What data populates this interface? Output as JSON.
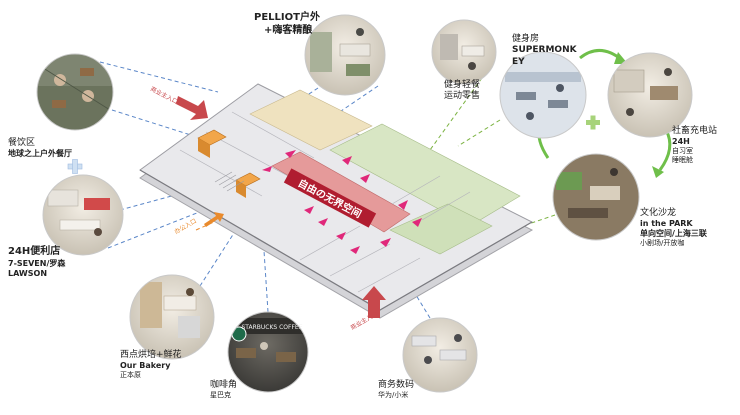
{
  "center_banner": "自由の无界空间",
  "entrances": {
    "top": "商业主入口",
    "left": "办公入口",
    "bottom": "商业主入口"
  },
  "callouts": {
    "pelliot": {
      "line1": "PELLIOT户外",
      "line2": "+嗨客精酿"
    },
    "dining": {
      "cn": "餐饮区",
      "en": "地球之上户外餐厅"
    },
    "convenience": {
      "line1": "24H便利店",
      "line2": "7-SEVEN/罗森",
      "line3": "LAWSON"
    },
    "bakery": {
      "cn": "西点烘培+鲜花",
      "en": "Our Bakery",
      "sub": "正本原"
    },
    "cafe": {
      "cn": "咖啡角",
      "sub": "星巴克",
      "sign": "STARBUCKS COFFEE"
    },
    "digital": {
      "cn": "商务数码",
      "sub": "华为/小米"
    },
    "gym_food": {
      "line1": "健身轻餐",
      "line2": "运动零售"
    },
    "gym": {
      "cn": "健身房",
      "en": "SUPERMONKEY"
    },
    "charging": {
      "cn": "社畜充电站",
      "en": "24H",
      "sub1": "自习室",
      "sub2": "睡眠舱"
    },
    "salon": {
      "cn": "文化沙龙",
      "en1": "in the PARK",
      "en2": "单向空间/上海三联",
      "sub": "小剧场/开放咖"
    }
  },
  "colors": {
    "floor_base": "#e9e9ec",
    "green_zone": "#d8e6c4",
    "yellow_zone": "#efe2bf",
    "corridor": "#e59a9a",
    "arrow": "#e0287a",
    "entrance": "#c8484c",
    "link_blue": "#5a86c8",
    "link_green": "#7cb342",
    "link_orange": "#e98a2c",
    "cycle_green": "#6fbf4a"
  }
}
